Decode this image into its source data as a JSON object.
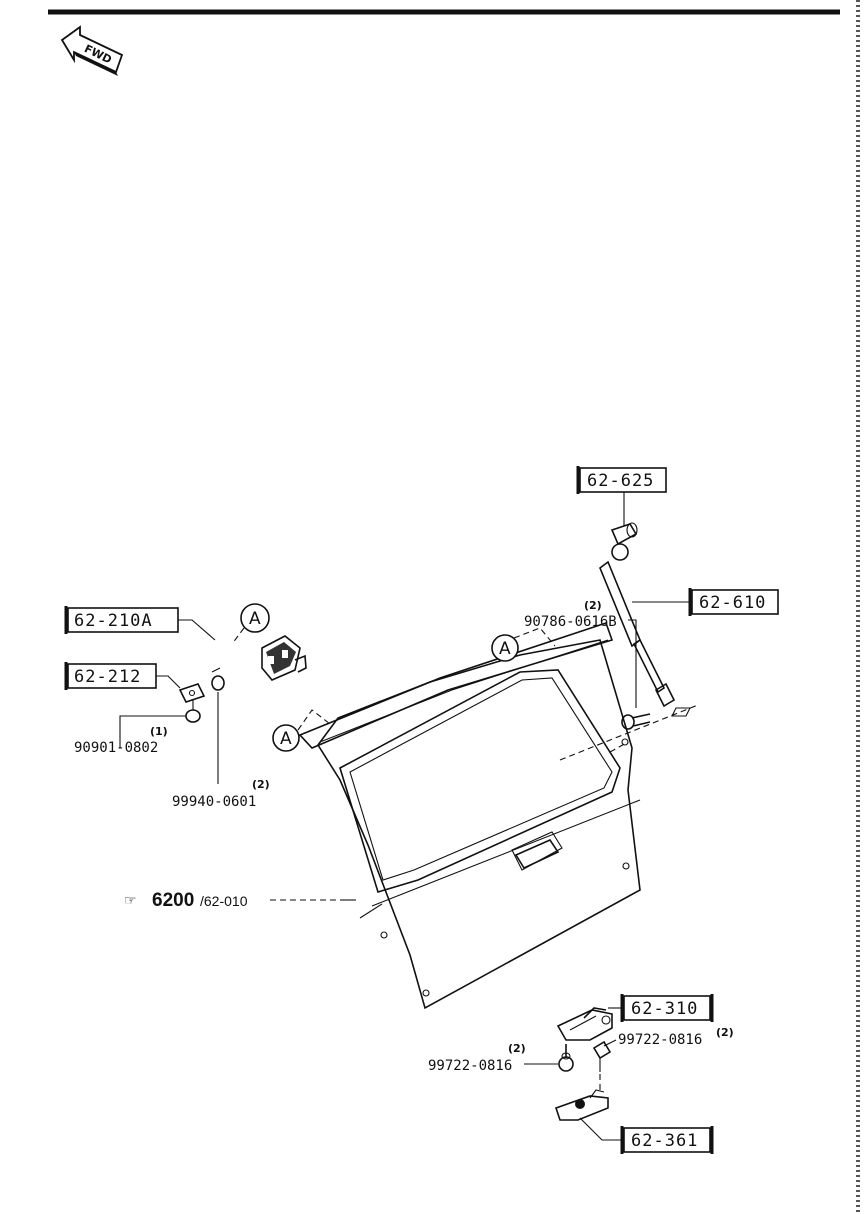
{
  "fwd_label": "FWD",
  "view_marker": "A",
  "callouts": {
    "gas_spring_bracket": "62-625",
    "gas_spring": "62-610",
    "hinge_upper": "62-210A",
    "hinge_washer": "62-212",
    "lift_hinge_right": "62-310",
    "latch_striker": "62-361"
  },
  "part_numbers": {
    "bolt_gas_spring": {
      "number": "90786-0616B",
      "qty": "(2)"
    },
    "nut_hinge": {
      "number": "90901-0802",
      "qty": "(1)"
    },
    "bolt_hinge": {
      "number": "99940-0601",
      "qty": "(2)"
    },
    "bolt_lower_right": {
      "number": "99722-0816",
      "qty": "(2)"
    },
    "bolt_lower_left": {
      "number": "99722-0816",
      "qty": "(2)"
    }
  },
  "reference": {
    "symbol": "☞",
    "group": "6200",
    "sub": "/62-010"
  }
}
